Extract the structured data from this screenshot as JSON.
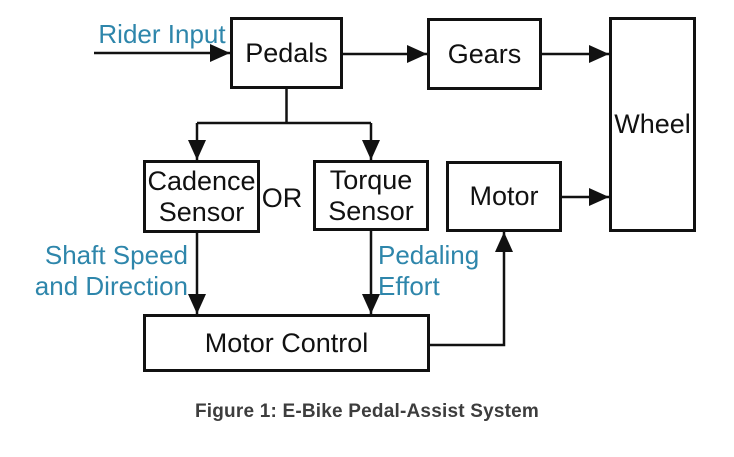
{
  "figure": {
    "caption": "Figure 1: E-Bike Pedal-Assist System"
  },
  "diagram": {
    "boxes": {
      "pedals": {
        "label": "Pedals"
      },
      "gears": {
        "label": "Gears"
      },
      "wheel": {
        "label": "Wheel"
      },
      "cadence_sensor": {
        "label": "Cadence Sensor"
      },
      "torque_sensor": {
        "label": "Torque Sensor"
      },
      "motor": {
        "label": "Motor"
      },
      "motor_control": {
        "label": "Motor Control"
      }
    },
    "or_label": "OR",
    "annotations": {
      "rider_input": "Rider Input",
      "shaft_speed": "Shaft Speed and Direction",
      "pedaling_effort": "Pedaling Effort"
    },
    "colors": {
      "annotation_blue": "#2E86AB",
      "line_black": "#111111",
      "caption_gray": "#3D3D3D",
      "background": "#FFFFFF"
    }
  }
}
